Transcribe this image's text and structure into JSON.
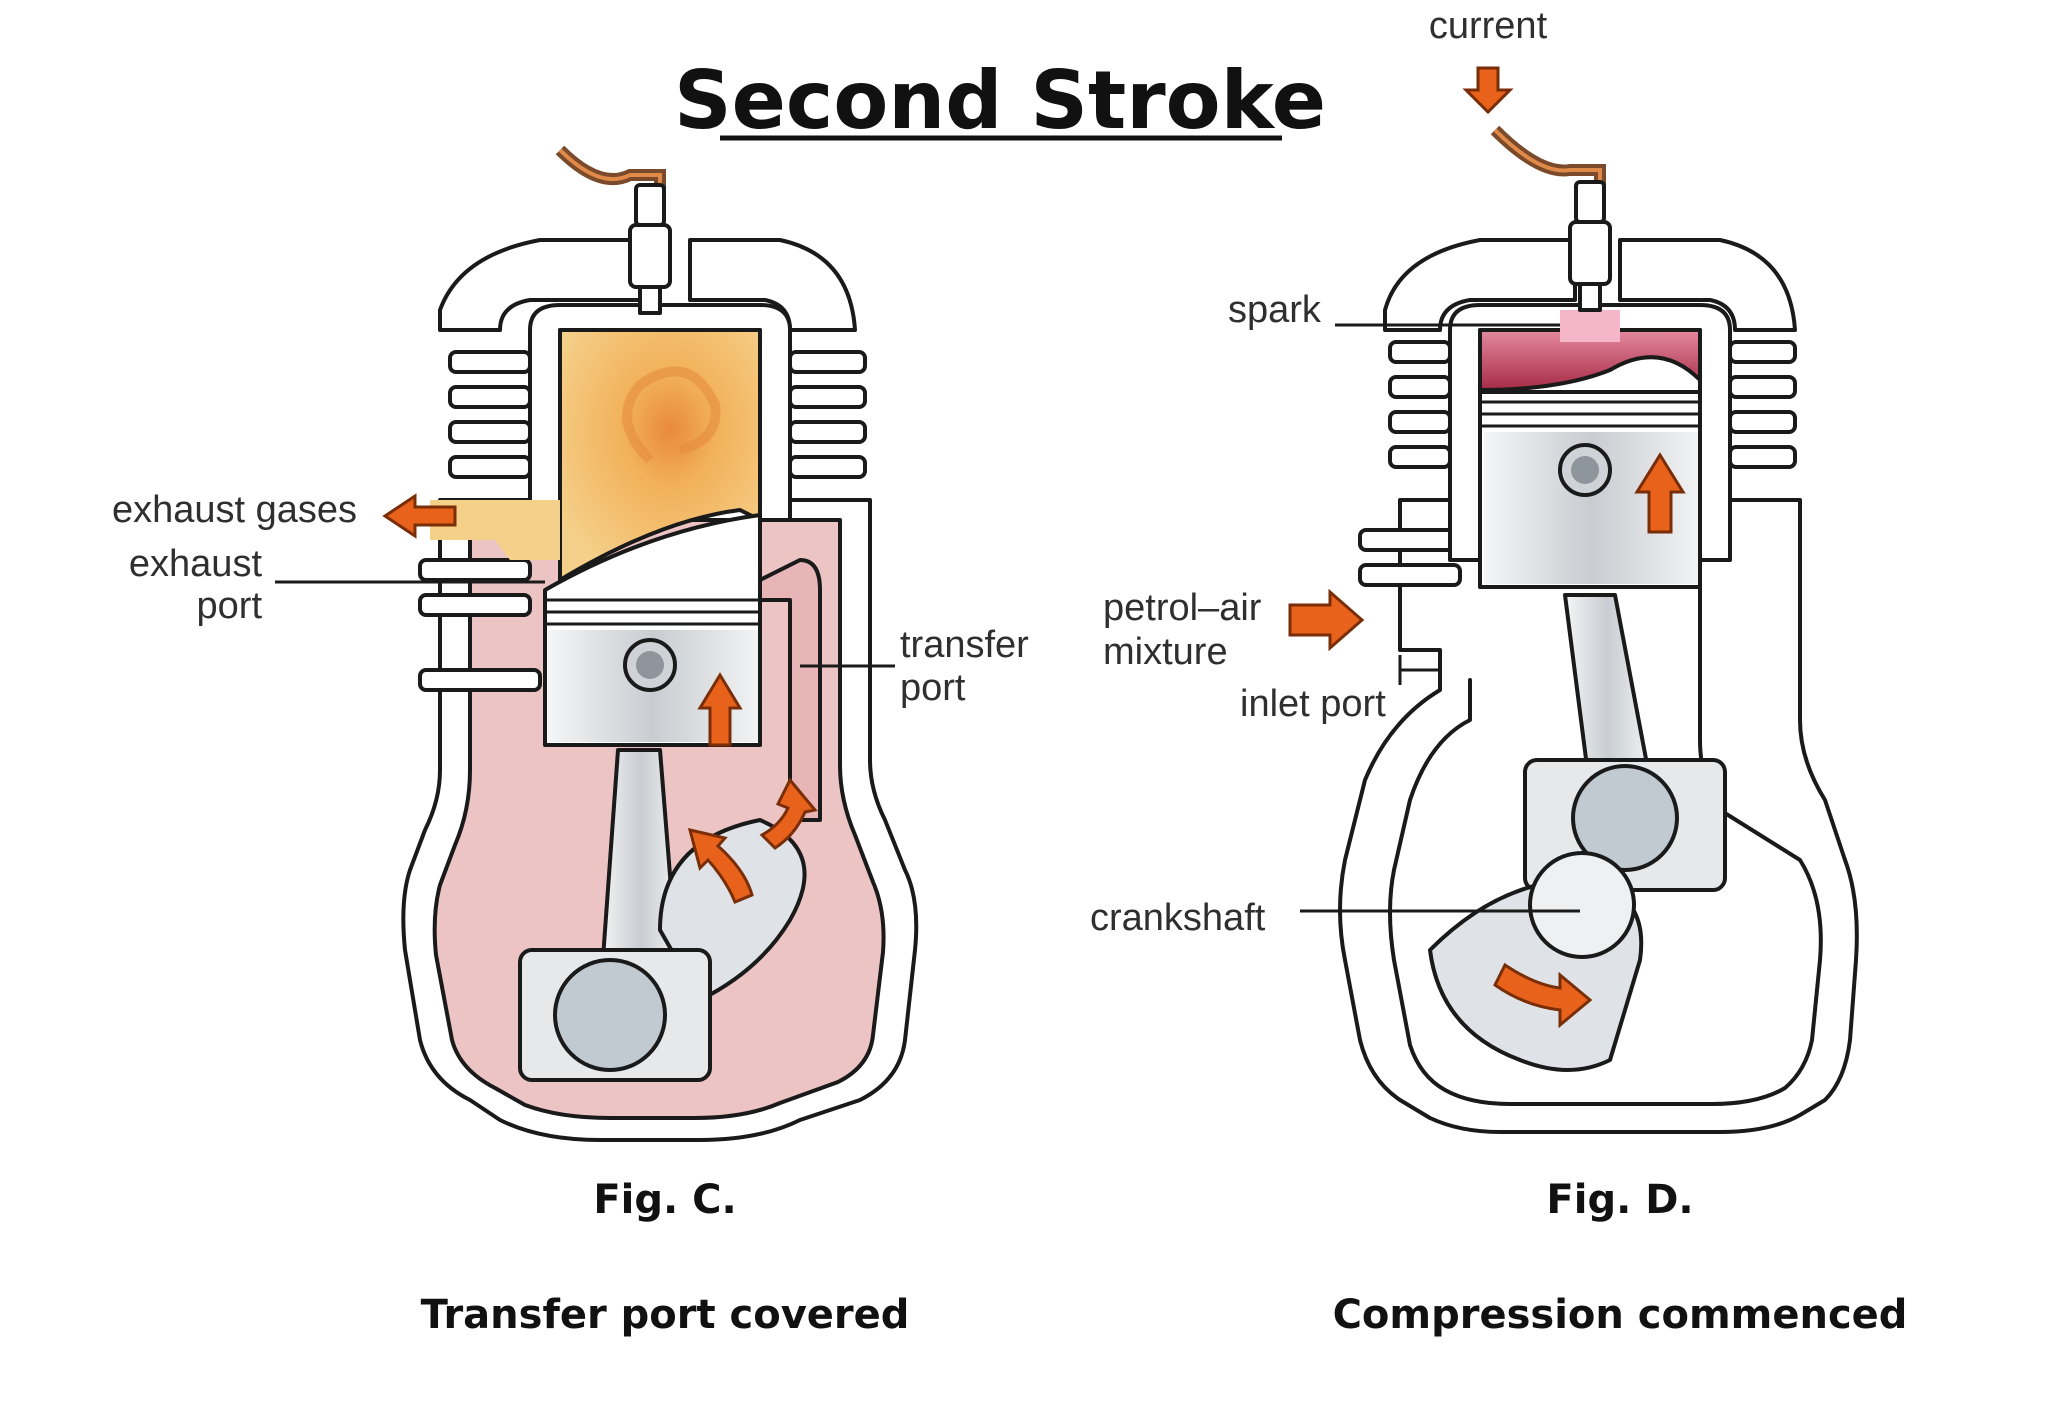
{
  "title": "Second Stroke",
  "figures": [
    {
      "id": "fig-c",
      "caption": "Fig. C.",
      "subcaption": "Transfer port covered",
      "labels": {
        "exhaust_gases": "exhaust gases",
        "exhaust_line1": "exhaust",
        "exhaust_line2": "port",
        "transfer_line1": "transfer",
        "transfer_line2": "port"
      }
    },
    {
      "id": "fig-d",
      "caption": "Fig. D.",
      "subcaption": "Compression commenced",
      "labels": {
        "current": "current",
        "spark": "spark",
        "petrol_line1": "petrol–air",
        "petrol_line2": "mixture",
        "inlet_port": "inlet port",
        "crankshaft": "crankshaft"
      }
    }
  ],
  "colors": {
    "chamber_gas": "#f3c064",
    "crankcase": "#ecc4c4",
    "compressed": "#b8344f",
    "arrow": "#e8621c",
    "metal": "#dcdfe2"
  }
}
